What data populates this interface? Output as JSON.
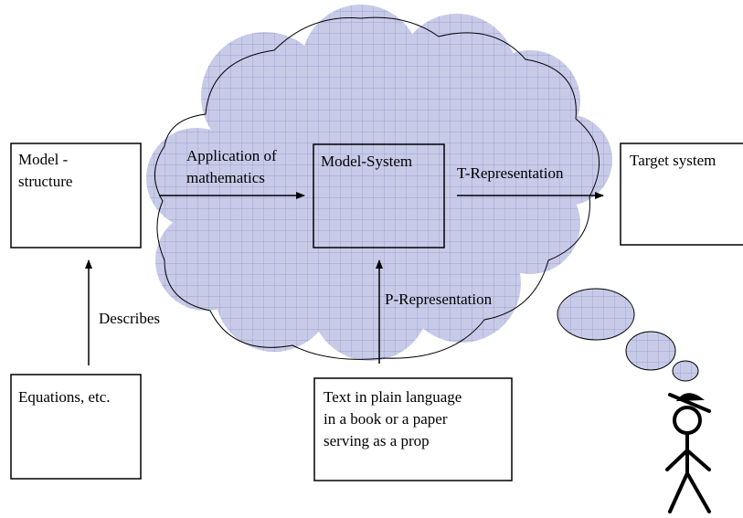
{
  "boxes": {
    "model_structure": [
      "Model -",
      "structure"
    ],
    "equations": [
      "Equations, etc."
    ],
    "model_system": [
      "Model-System"
    ],
    "target_system": [
      "Target system"
    ],
    "text_plain": [
      "Text in plain language",
      "in a book or a paper",
      "serving as a prop"
    ]
  },
  "arrows": {
    "application": [
      "Application of",
      "mathematics"
    ],
    "t_representation": "T-Representation",
    "p_representation": "P-Representation",
    "describes": "Describes"
  },
  "colors": {
    "cloud_fill": "#c8cbe8",
    "cloud_grid": "#8e93c8",
    "line": "#000000",
    "background": "#ffffff"
  }
}
